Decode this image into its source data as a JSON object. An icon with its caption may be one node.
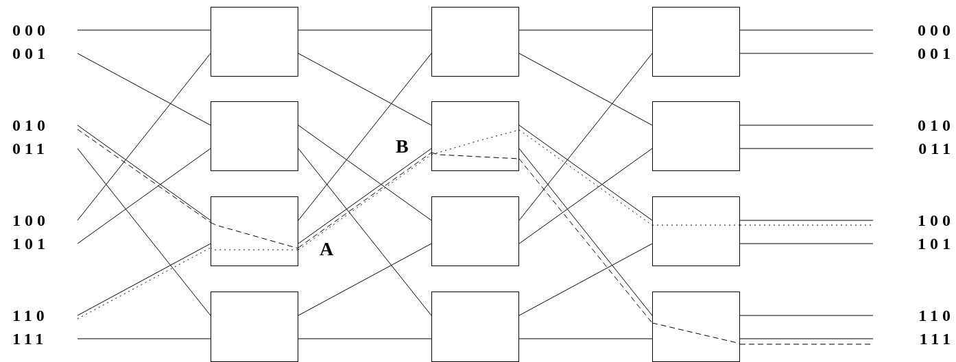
{
  "diagram": {
    "nodes": [
      {
        "text": [
          "000"
        ]
      },
      {
        "text": [
          "001"
        ]
      },
      {
        "text": [
          "010"
        ]
      },
      {
        "text": [
          "011"
        ]
      },
      {
        "text": [
          "100"
        ]
      },
      {
        "text": [
          "101"
        ]
      },
      {
        "text": [
          "110"
        ]
      },
      {
        "text": [
          "111"
        ]
      },
      {
        "text": [],
        "shape": "box"
      },
      {
        "text": [],
        "shape": "box"
      },
      {
        "text": [],
        "shape": "box"
      },
      {
        "text": [],
        "shape": "box"
      },
      {
        "text": [],
        "shape": "box"
      },
      {
        "text": [],
        "shape": "box"
      },
      {
        "text": [],
        "shape": "box"
      },
      {
        "text": [],
        "shape": "box"
      },
      {
        "text": [],
        "shape": "box"
      },
      {
        "text": [],
        "shape": "box"
      },
      {
        "text": [],
        "shape": "box"
      },
      {
        "text": [],
        "shape": "box"
      },
      {
        "text": [
          "000"
        ]
      },
      {
        "text": [
          "001"
        ]
      },
      {
        "text": [
          "010"
        ]
      },
      {
        "text": [
          "011"
        ]
      },
      {
        "text": [
          "100"
        ]
      },
      {
        "text": [
          "101"
        ]
      },
      {
        "text": [
          "110"
        ]
      },
      {
        "text": [
          "111"
        ]
      }
    ],
    "edges": [
      {
        "from": 0,
        "to": 8,
        "arrow": "none"
      },
      {
        "from": 1,
        "to": 9,
        "arrow": "none"
      },
      {
        "from": 2,
        "to": 10,
        "arrow": "none"
      },
      {
        "from": 3,
        "to": 11,
        "arrow": "none"
      },
      {
        "from": 4,
        "to": 8,
        "arrow": "none"
      },
      {
        "from": 5,
        "to": 9,
        "arrow": "none"
      },
      {
        "from": 6,
        "to": 10,
        "arrow": "none"
      },
      {
        "from": 7,
        "to": 11,
        "arrow": "none"
      },
      {
        "from": 8,
        "to": 12,
        "arrow": "none"
      },
      {
        "from": 8,
        "to": 13,
        "arrow": "none"
      },
      {
        "from": 9,
        "to": 14,
        "arrow": "none"
      },
      {
        "from": 9,
        "to": 15,
        "arrow": "none"
      },
      {
        "from": 10,
        "to": 12,
        "arrow": "none"
      },
      {
        "from": 10,
        "to": 13,
        "arrow": "none"
      },
      {
        "from": 11,
        "to": 14,
        "arrow": "none"
      },
      {
        "from": 11,
        "to": 15,
        "arrow": "none"
      },
      {
        "from": 12,
        "to": 16,
        "arrow": "none"
      },
      {
        "from": 12,
        "to": 17,
        "arrow": "none"
      },
      {
        "from": 13,
        "to": 18,
        "arrow": "none"
      },
      {
        "from": 13,
        "to": 19,
        "arrow": "none"
      },
      {
        "from": 14,
        "to": 16,
        "arrow": "none"
      },
      {
        "from": 14,
        "to": 17,
        "arrow": "none"
      },
      {
        "from": 15,
        "to": 18,
        "arrow": "none"
      },
      {
        "from": 15,
        "to": 19,
        "arrow": "none"
      },
      {
        "from": 16,
        "to": 20,
        "arrow": "none"
      },
      {
        "from": 16,
        "to": 21,
        "arrow": "none"
      },
      {
        "from": 17,
        "to": 22,
        "arrow": "none"
      },
      {
        "from": 17,
        "to": 23,
        "arrow": "none"
      },
      {
        "from": 18,
        "to": 24,
        "arrow": "none"
      },
      {
        "from": 18,
        "to": 25,
        "arrow": "none"
      },
      {
        "from": 19,
        "to": 26,
        "arrow": "none"
      },
      {
        "from": 19,
        "to": 27,
        "arrow": "none"
      },
      {
        "from": 2,
        "to": 10,
        "arrow": "none",
        "style": "dashed"
      },
      {
        "from": 10,
        "to": 13,
        "arrow": "none",
        "style": "dashed"
      },
      {
        "from": 13,
        "to": 19,
        "arrow": "none",
        "style": "dashed"
      },
      {
        "from": 19,
        "to": 27,
        "arrow": "none",
        "style": "dashed"
      },
      {
        "from": 6,
        "to": 10,
        "arrow": "none",
        "style": "dashed"
      },
      {
        "from": 10,
        "to": 13,
        "arrow": "none",
        "style": "dashed"
      },
      {
        "from": 13,
        "to": 18,
        "arrow": "none",
        "style": "dashed"
      },
      {
        "from": 18,
        "to": 24,
        "arrow": "none",
        "style": "dashed"
      }
    ],
    "labels": [
      "B",
      "A"
    ]
  }
}
